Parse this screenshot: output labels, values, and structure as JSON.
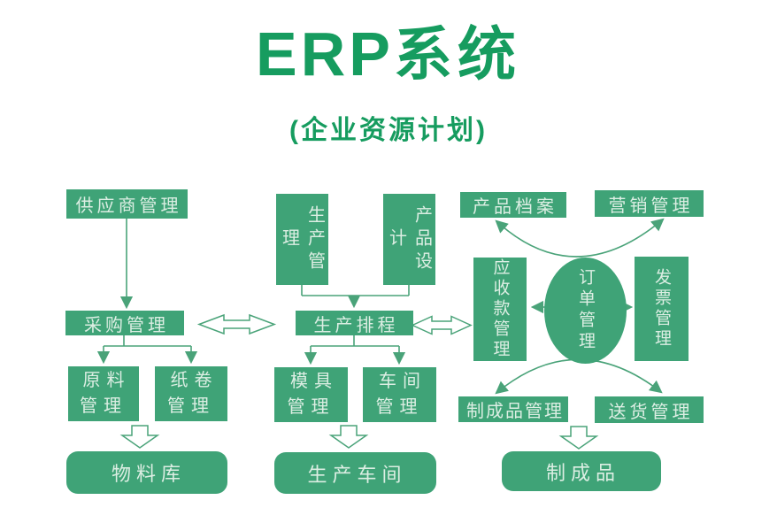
{
  "title": {
    "latin": "ERP",
    "cjk": "系统"
  },
  "subtitle": "(企业资源计划)",
  "colors": {
    "box_green": "#3FA377",
    "title_green": "#169C5F",
    "box_text": "#DCEEE3",
    "line_green": "#4AA379",
    "background": "#FFFFFF"
  },
  "nodes": {
    "supplier": "供应商管理",
    "purchase": "采购管理",
    "raw_material": "原料\n管理",
    "paper_roll": "纸卷\n管理",
    "material_warehouse": "物料库",
    "production_management": "生产管理",
    "product_design": "产品设计",
    "production_schedule": "生产排程",
    "mold_management": "模具\n管理",
    "workshop_management": "车间\n管理",
    "production_workshop": "生产车间",
    "product_archive": "产品档案",
    "marketing_management": "营销管理",
    "receivables_management": "应收款管理",
    "order_management": "订单管理",
    "invoice_management": "发票管理",
    "finished_goods_management": "制成品管理",
    "delivery_management": "送货管理",
    "finished_goods": "制成品"
  }
}
